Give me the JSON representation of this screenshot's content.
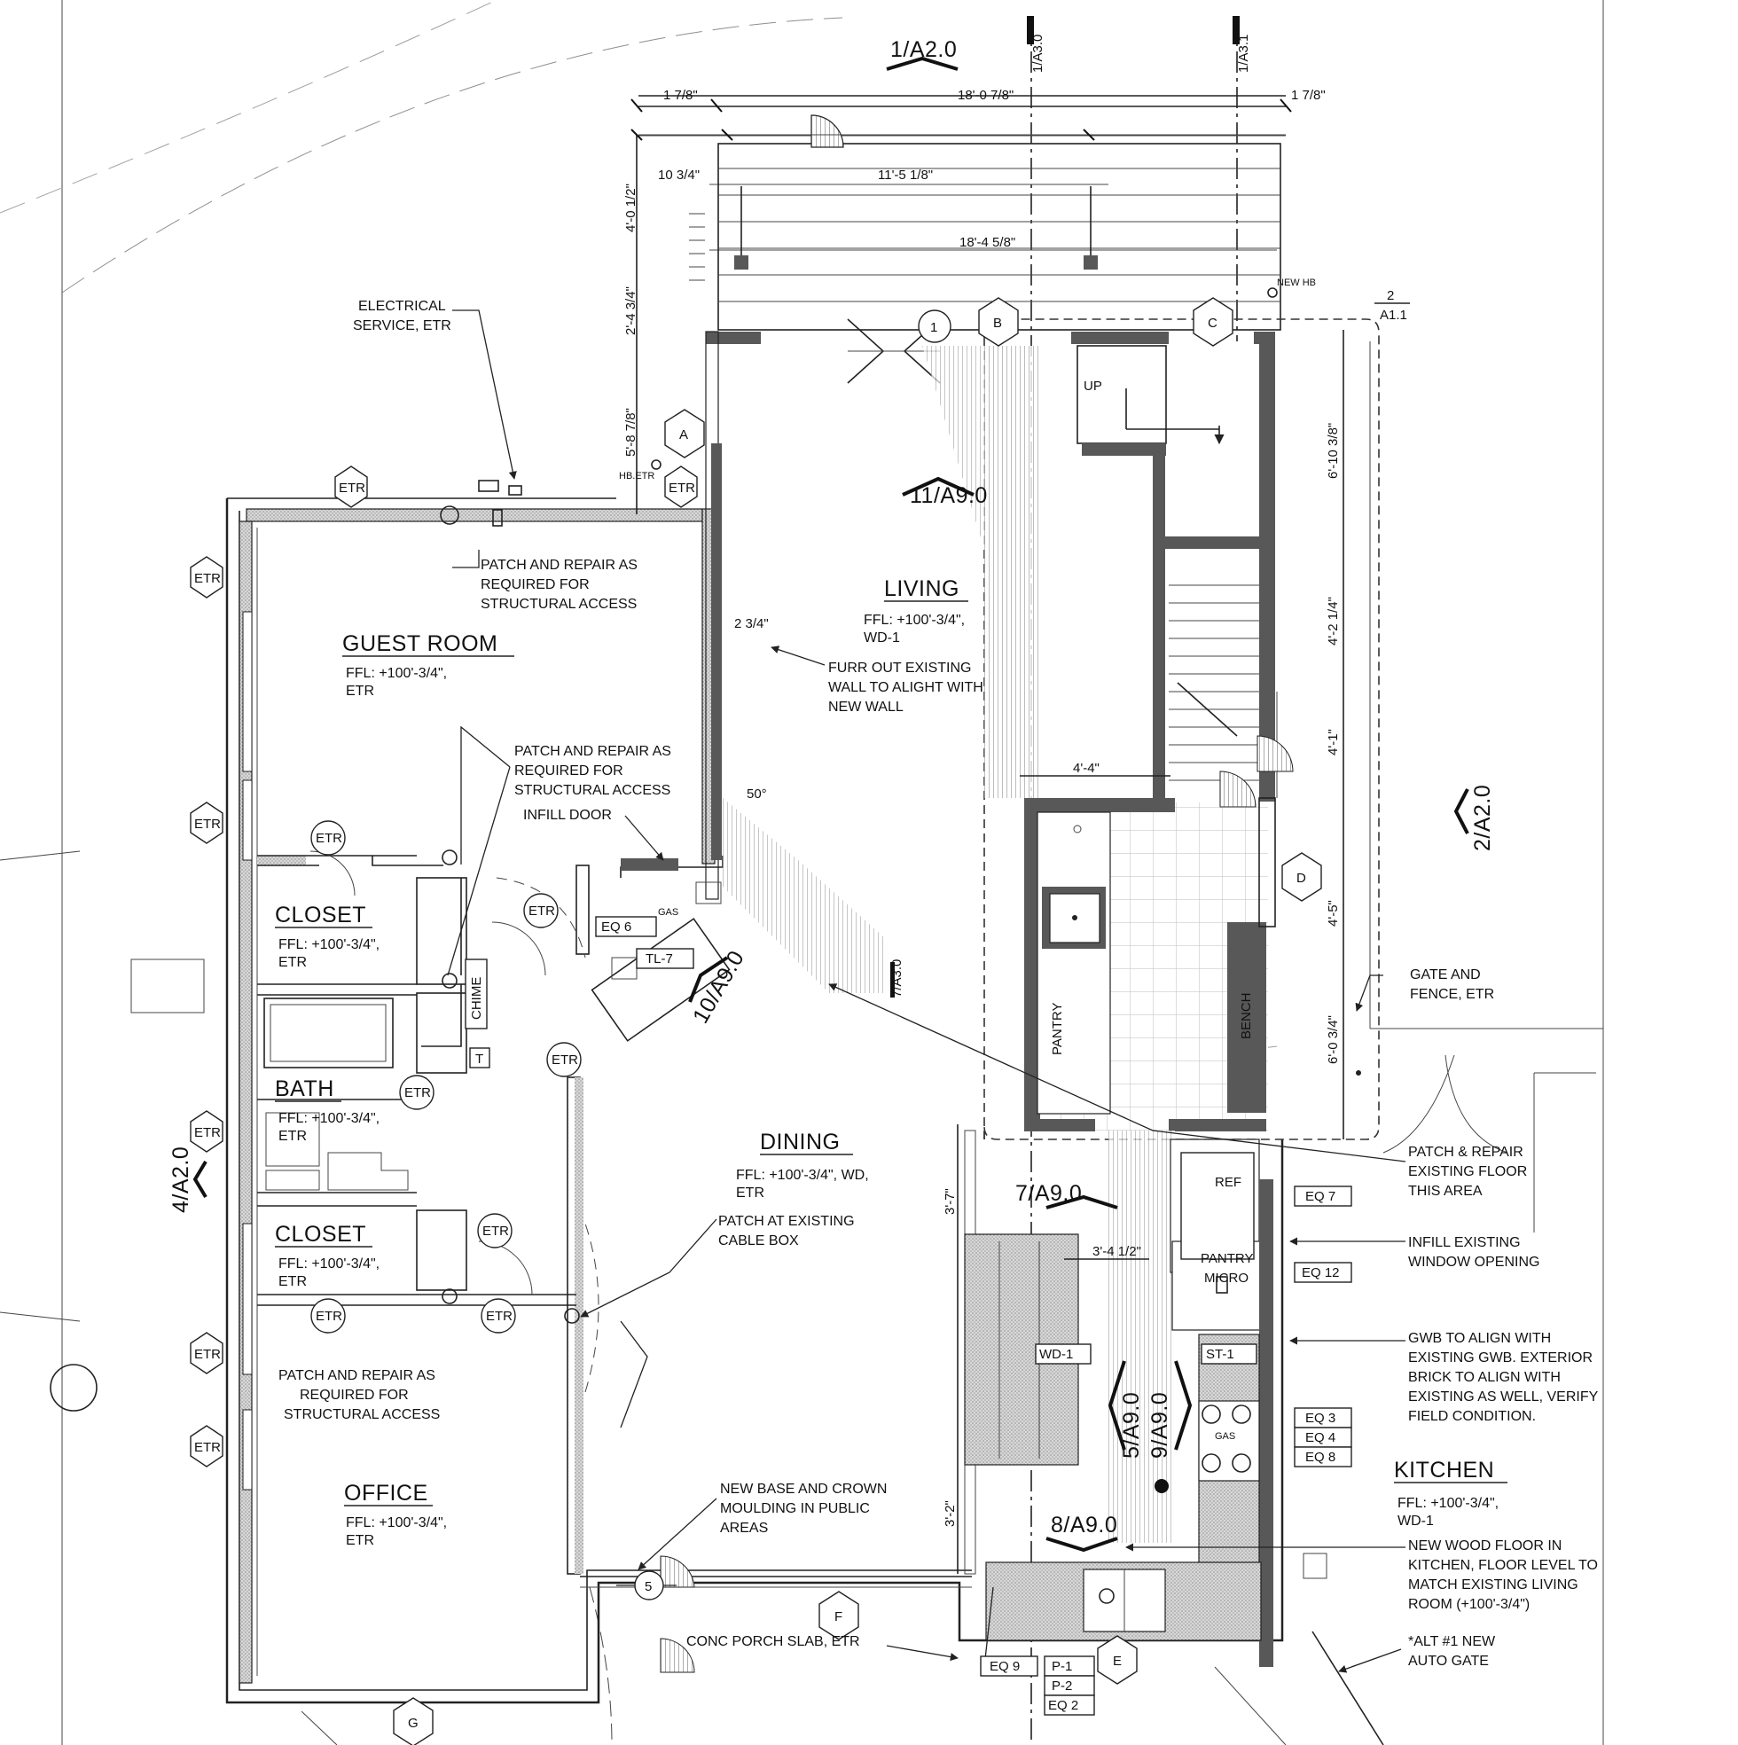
{
  "rooms": {
    "guest_room": {
      "name": "GUEST ROOM",
      "l1": "FFL: +100'-3/4\",",
      "l2": "ETR"
    },
    "living": {
      "name": "LIVING",
      "l1": "FFL: +100'-3/4\",",
      "l2": "WD-1"
    },
    "closet1": {
      "name": "CLOSET",
      "l1": "FFL: +100'-3/4\",",
      "l2": "ETR"
    },
    "bath": {
      "name": "BATH",
      "l1": "FFL: +100'-3/4\",",
      "l2": "ETR"
    },
    "closet2": {
      "name": "CLOSET",
      "l1": "FFL: +100'-3/4\",",
      "l2": "ETR"
    },
    "dining": {
      "name": "DINING",
      "l1": "FFL: +100'-3/4\", WD,",
      "l2": "ETR"
    },
    "office": {
      "name": "OFFICE",
      "l1": "FFL: +100'-3/4\",",
      "l2": "ETR"
    },
    "kitchen": {
      "name": "KITCHEN",
      "l1": "FFL: +100'-3/4\",",
      "l2": "WD-1"
    }
  },
  "section_refs": {
    "top_section": "1/A2.0",
    "grid_a3_0": "1/A3.0",
    "grid_a3_1": "1/A3.1",
    "living_section": "11/A9.0",
    "stair_section": "10/A9.0",
    "wall_section": "7/A3.0",
    "kitchen_section_7": "7/A9.0",
    "kitchen_section_8": "8/A9.0",
    "kitchen_section_5": "5/A9.0",
    "kitchen_section_9": "9/A9.0",
    "left_elevation": "4/A2.0",
    "right_elevation": "2/A2.0",
    "corner_ref_top": "2",
    "corner_ref_bot": "A1.1"
  },
  "dimensions": {
    "d1": "1 7/8\"",
    "d2": "18'-0 7/8\"",
    "d3": "1 7/8\"",
    "d4": "10 3/4\"",
    "d5": "11'-5 1/8\"",
    "d6": "18'-4 5/8\"",
    "d7": "4'-0 1/2\"",
    "d8": "2'-4 3/4\"",
    "d9": "5'-8 7/8\"",
    "d10": "2 3/4\"",
    "d11": "50°",
    "d12": "4'-4\"",
    "d13": "6'-10 3/8\"",
    "d14": "4'-2 1/4\"",
    "d15": "4'-1\"",
    "d16": "4'-5\"",
    "d17": "6'-0 3/4\"",
    "d18": "3'-7\"",
    "d19": "3'-4 1/2\"",
    "d20": "3'-2\""
  },
  "notes": {
    "electrical": [
      "ELECTRICAL",
      "SERVICE, ETR"
    ],
    "patch_top": [
      "PATCH AND REPAIR AS",
      "REQUIRED FOR",
      "STRUCTURAL ACCESS"
    ],
    "furr": [
      "FURR OUT EXISTING",
      "WALL TO ALIGHT WITH",
      "NEW WALL"
    ],
    "patch_mid": [
      "PATCH AND REPAIR AS",
      "REQUIRED FOR",
      "STRUCTURAL ACCESS"
    ],
    "infill_door": "INFILL DOOR",
    "patch_cable": [
      "PATCH AT EXISTING",
      "CABLE BOX"
    ],
    "patch_low": [
      "PATCH AND REPAIR AS",
      "REQUIRED FOR",
      "STRUCTURAL ACCESS"
    ],
    "moulding": [
      "NEW BASE AND CROWN",
      "MOULDING IN PUBLIC",
      "AREAS"
    ],
    "porch": "CONC PORCH SLAB, ETR",
    "gate_fence": [
      "GATE AND",
      "FENCE, ETR"
    ],
    "patch_floor": [
      "PATCH & REPAIR",
      "EXISTING FLOOR",
      "THIS AREA"
    ],
    "infill_window": [
      "INFILL EXISTING",
      "WINDOW OPENING"
    ],
    "gwb": [
      "GWB TO ALIGN WITH",
      "EXISTING GWB. EXTERIOR",
      "BRICK TO ALIGN WITH",
      "EXISTING AS WELL, VERIFY",
      "FIELD CONDITION."
    ],
    "wood_floor": [
      "NEW WOOD FLOOR IN",
      "KITCHEN, FLOOR LEVEL TO",
      "MATCH EXISTING LIVING",
      "ROOM (+100'-3/4\")"
    ],
    "auto_gate": [
      "*ALT #1 NEW",
      "AUTO GATE"
    ]
  },
  "tags": {
    "etr": "ETR",
    "hb_etr": "HB.ETR",
    "new_hb": "NEW HB",
    "up": "UP",
    "chime": "CHIME",
    "t": "T",
    "gas": "GAS",
    "eq6": "EQ 6",
    "tl7": "TL-7",
    "pantry": "PANTRY",
    "bench": "BENCH",
    "ref": "REF",
    "pantry_micro": [
      "PANTRY",
      "MICRO"
    ],
    "wd1": "WD-1",
    "st1": "ST-1",
    "eq7": "EQ 7",
    "eq12": "EQ 12",
    "eq3": "EQ 3",
    "eq4": "EQ 4",
    "eq8": "EQ 8",
    "eq9": "EQ 9",
    "p1": "P-1",
    "p2": "P-2",
    "eq2": "EQ 2",
    "door1": "1",
    "door5": "5"
  },
  "grid": {
    "A": "A",
    "B": "B",
    "C": "C",
    "D": "D",
    "E": "E",
    "F": "F",
    "G": "G"
  }
}
